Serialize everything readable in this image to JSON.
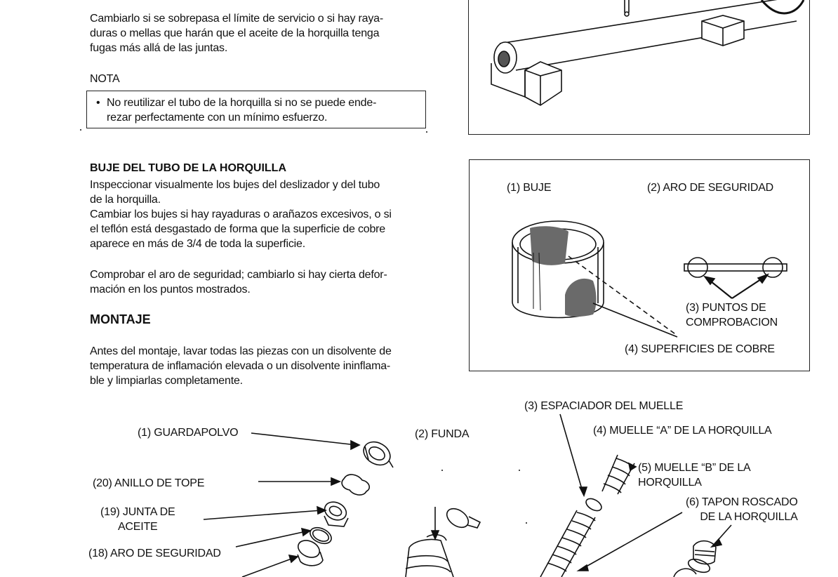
{
  "text": {
    "para_servicio": "Cambiarlo si se sobrepasa el límite de servicio o si hay raya-\nduras o mellas que harán que el aceite de la horquilla tenga\nfugas más allá de las juntas.",
    "nota_label": "NOTA",
    "nota_item": "No reutilizar el tubo de la horquilla si no se puede ende-\nrezar perfectamente con un mínimo esfuerzo.",
    "buje_heading": "BUJE DEL TUBO DE LA HORQUILLA",
    "buje_para": "Inspeccionar visualmente los bujes del deslizador y del tubo\nde la horquilla.\nCambiar los bujes si hay rayaduras o arañazos excesivos, o si\nel teflón está desgastado de forma que la superficie de cobre\naparece en más de 3/4 de toda la superficie.",
    "aro_para": "Comprobar el aro de seguridad; cambiarlo si hay cierta defor-\nmación en los puntos mostrados.",
    "montaje_heading": "MONTAJE",
    "montaje_para": "Antes del montaje, lavar todas las piezas con un disolvente de\ntemperatura de inflamación elevada o un disolvente ininflama-\nble y limpiarlas completamente."
  },
  "diagram_buje": {
    "label_buje": "(1) BUJE",
    "label_aro": "(2) ARO DE SEGURIDAD",
    "label_puntos": "(3) PUNTOS DE\nCOMPROBACION",
    "label_superficies": "(4) SUPERFICIES DE COBRE"
  },
  "diagram_exploded": {
    "guardapolvo": "(1) GUARDAPOLVO",
    "funda": "(2) FUNDA",
    "espaciador": "(3) ESPACIADOR DEL MUELLE",
    "muelle_a": "(4) MUELLE “A” DE LA HORQUILLA",
    "muelle_b": "(5) MUELLE “B” DE LA\nHORQUILLA",
    "tapon": "(6) TAPON ROSCADO\nDE LA HORQUILLA",
    "anillo": "(20) ANILLO DE TOPE",
    "junta": "(19) JUNTA DE\nACEITE",
    "aro": "(18) ARO DE SEGURIDAD"
  }
}
